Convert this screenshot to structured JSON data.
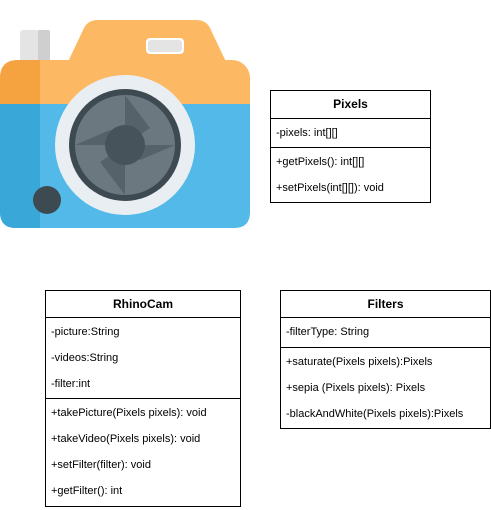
{
  "classes": {
    "pixels": {
      "name": "Pixels",
      "attributes": [
        "-pixels: int[][]"
      ],
      "methods": [
        "+getPixels(): int[][]",
        "+setPixels(int[][]): void"
      ]
    },
    "rhinocam": {
      "name": "RhinoCam",
      "attributes": [
        "-picture:String",
        "-videos:String",
        "-filter:int"
      ],
      "methods": [
        "+takePicture(Pixels pixels): void",
        "+takeVideo(Pixels pixels): void",
        "+setFilter(filter): void",
        "+getFilter(): int"
      ]
    },
    "filters": {
      "name": "Filters",
      "attributes": [
        "-filterType: String"
      ],
      "methods": [
        "+saturate(Pixels pixels):Pixels",
        "+sepia (Pixels pixels): Pixels",
        "-blackAndWhite(Pixels pixels):Pixels"
      ]
    }
  },
  "colors": {
    "camera_top": "#fdb863",
    "camera_top_shade": "#f4a340",
    "camera_body": "#52b9e8",
    "camera_body_shade": "#3aa7d9",
    "lens_ring": "#e9eef2",
    "lens_outer": "#3e4a52",
    "lens_inner": "#6b7880",
    "lens_center": "#46535b",
    "button": "#3e4a52",
    "flash": "#e4e4e4"
  },
  "icons": {
    "camera": "camera-icon"
  }
}
